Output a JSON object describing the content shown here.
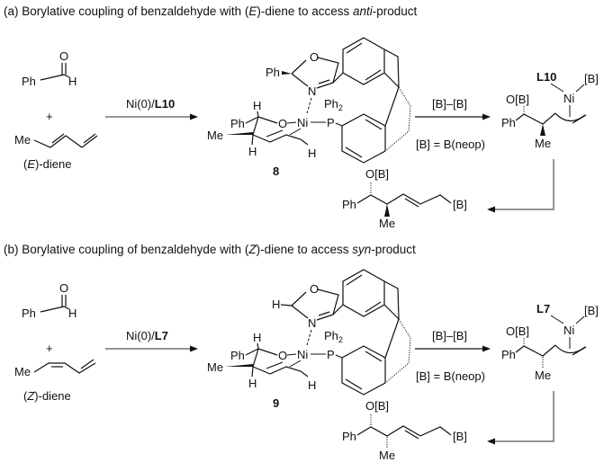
{
  "sections": [
    {
      "title": {
        "prefix": "(a) Borylative coupling of benzaldehyde with (",
        "letter": "E",
        "mid": ")-diene to access ",
        "italic": "anti",
        "suffix": "-product"
      },
      "aldehyde": {
        "o": "O",
        "ph": "Ph",
        "h": "H"
      },
      "plus": "+",
      "diene_me": "Me",
      "diene_label": {
        "open": "(",
        "letter": "E",
        "rest": ")-diene"
      },
      "catalyst": {
        "metal": "Ni(0)/",
        "ligand": "L10"
      },
      "complex": {
        "ph_ox": "Ph",
        "o_ox": "O",
        "n": "N",
        "ni": "Ni",
        "p": "P",
        "ph2": "Ph",
        "ph2_sub": "2",
        "h1": "H",
        "ph": "Ph",
        "o": "O",
        "me": "Me",
        "h2": "H",
        "h3": "H",
        "number": "8"
      },
      "reagent": "[B]–[B]",
      "definition": "[B] = B(neop)",
      "intermediate": {
        "ligand": "L10",
        "ni": "Ni",
        "b": "[B]",
        "ob": "O[B]",
        "ph": "Ph",
        "me": "Me"
      },
      "product": {
        "ob": "O[B]",
        "ph": "Ph",
        "b": "[B]",
        "me": "Me"
      }
    },
    {
      "title": {
        "prefix": "(b) Borylative coupling of benzaldehyde with (",
        "letter": "Z",
        "mid": ")-diene to access ",
        "italic": "syn",
        "suffix": "-product"
      },
      "aldehyde": {
        "o": "O",
        "ph": "Ph",
        "h": "H"
      },
      "plus": "+",
      "diene_me": "Me",
      "diene_label": {
        "open": "(",
        "letter": "Z",
        "rest": ")-diene"
      },
      "catalyst": {
        "metal": "Ni(0)/",
        "ligand": "L7"
      },
      "complex": {
        "ph_ox": "",
        "o_ox": "O",
        "n": "N",
        "ni": "Ni",
        "p": "P",
        "ph2": "Ph",
        "ph2_sub": "2",
        "h1": "H",
        "ph": "Ph",
        "o": "O",
        "me": "Me",
        "h2": "H",
        "h3": "H",
        "h_ox": "H",
        "number": "9"
      },
      "reagent": "[B]–[B]",
      "definition": "[B] = B(neop)",
      "intermediate": {
        "ligand": "L7",
        "ni": "Ni",
        "b": "[B]",
        "ob": "O[B]",
        "ph": "Ph",
        "me": "Me"
      },
      "product": {
        "ob": "O[B]",
        "ph": "Ph",
        "b": "[B]",
        "me": "Me"
      }
    }
  ]
}
